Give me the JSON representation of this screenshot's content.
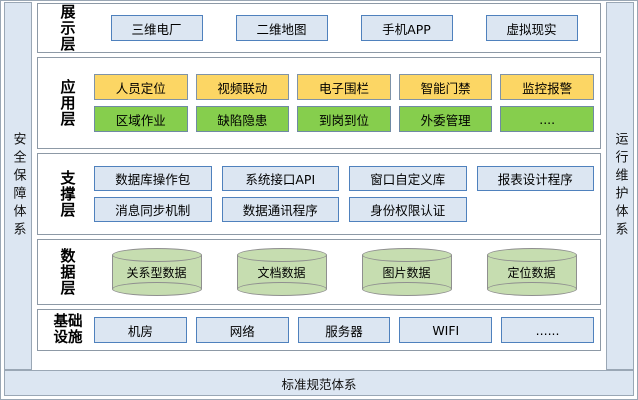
{
  "pillars": {
    "left": {
      "label": "安全保障体系"
    },
    "right": {
      "label": "运行维护体系"
    }
  },
  "standards_bar": {
    "label": "标准规范体系"
  },
  "layers": [
    {
      "id": "presentation",
      "label_chars": [
        "展",
        "示",
        "层"
      ],
      "label": "展示层",
      "nodes": [
        "三维电厂",
        "二维地图",
        "手机APP",
        "虚拟现实"
      ]
    },
    {
      "id": "application",
      "label_chars": [
        "应",
        "用",
        "层"
      ],
      "label": "应用层",
      "row1": [
        "人员定位",
        "视频联动",
        "电子围栏",
        "智能门禁",
        "监控报警"
      ],
      "row2": [
        "区域作业",
        "缺陷隐患",
        "到岗到位",
        "外委管理",
        "...."
      ]
    },
    {
      "id": "support",
      "label_chars": [
        "支",
        "撑",
        "层"
      ],
      "label": "支撑层",
      "row1": [
        "数据库操作包",
        "系统接口API",
        "窗口自定义库",
        "报表设计程序"
      ],
      "row2": [
        "消息同步机制",
        "数据通讯程序",
        "身份权限认证",
        ""
      ]
    },
    {
      "id": "data",
      "label_chars": [
        "数",
        "据",
        "层"
      ],
      "label": "数据层",
      "nodes": [
        "关系型数据",
        "文档数据",
        "图片数据",
        "定位数据"
      ]
    },
    {
      "id": "infrastructure",
      "label_chars": [
        "基础",
        "设施"
      ],
      "label": "基础设施",
      "nodes": [
        "机房",
        "网络",
        "服务器",
        "WIFI",
        "......"
      ]
    }
  ],
  "colors": {
    "blue_fill": "#dce6f2",
    "blue_border": "#4f81bd",
    "yellow_fill": "#fcd664",
    "green_fill": "#86ce4d",
    "cylinder_fill": "#c6ddb0",
    "panel_border": "#8d99a6"
  }
}
